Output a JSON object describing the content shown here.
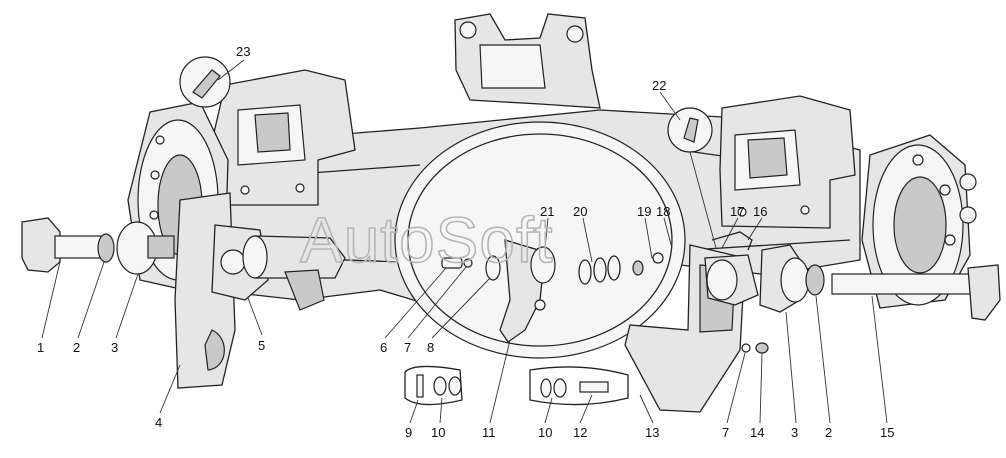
{
  "watermark": "AutoSoft",
  "labels": [
    {
      "id": "l1",
      "text": "1"
    },
    {
      "id": "l2a",
      "text": "2"
    },
    {
      "id": "l3a",
      "text": "3"
    },
    {
      "id": "l4",
      "text": "4"
    },
    {
      "id": "l5",
      "text": "5"
    },
    {
      "id": "l6",
      "text": "6"
    },
    {
      "id": "l7a",
      "text": "7"
    },
    {
      "id": "l8",
      "text": "8"
    },
    {
      "id": "l9",
      "text": "9"
    },
    {
      "id": "l10a",
      "text": "10"
    },
    {
      "id": "l11",
      "text": "11"
    },
    {
      "id": "l10b",
      "text": "10"
    },
    {
      "id": "l12",
      "text": "12"
    },
    {
      "id": "l13",
      "text": "13"
    },
    {
      "id": "l7b",
      "text": "7"
    },
    {
      "id": "l14",
      "text": "14"
    },
    {
      "id": "l3b",
      "text": "3"
    },
    {
      "id": "l2b",
      "text": "2"
    },
    {
      "id": "l15",
      "text": "15"
    },
    {
      "id": "l16",
      "text": "16"
    },
    {
      "id": "l17",
      "text": "17"
    },
    {
      "id": "l18",
      "text": "18"
    },
    {
      "id": "l19",
      "text": "19"
    },
    {
      "id": "l20",
      "text": "20"
    },
    {
      "id": "l21",
      "text": "21"
    },
    {
      "id": "l22",
      "text": "22"
    },
    {
      "id": "l23",
      "text": "23"
    }
  ]
}
